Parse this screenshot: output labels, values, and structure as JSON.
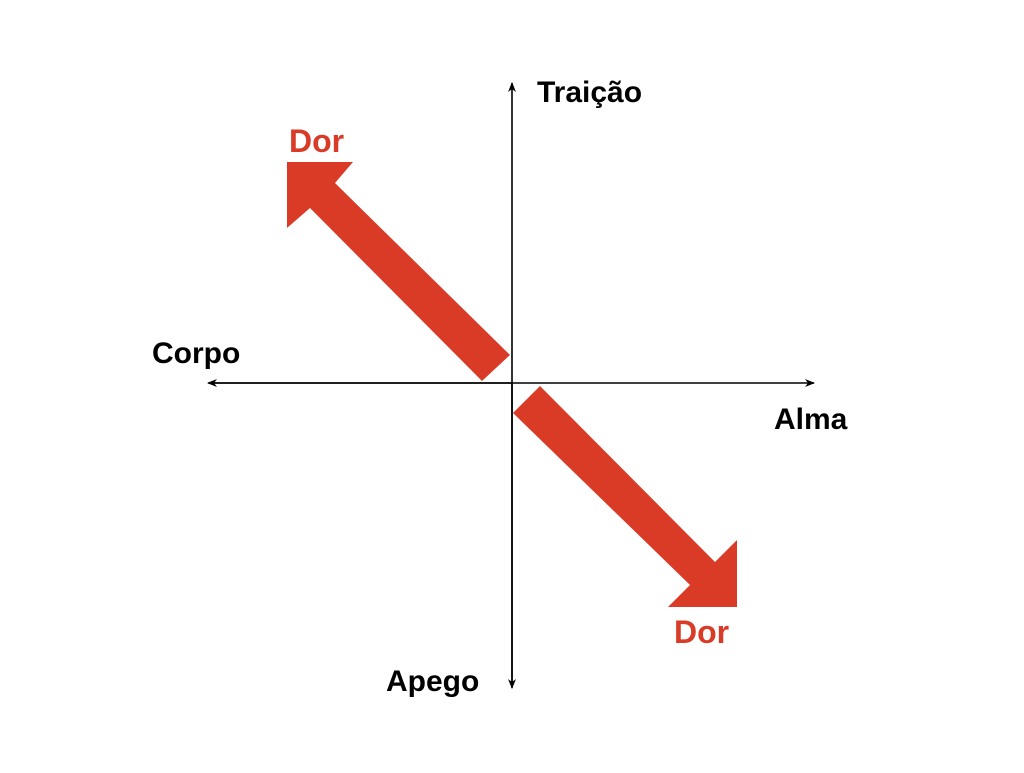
{
  "diagram": {
    "axes": {
      "top_label": "Traição",
      "bottom_label": "Apego",
      "left_label": "Corpo",
      "right_label": "Alma"
    },
    "arrows": {
      "upper_left_label": "Dor",
      "lower_right_label": "Dor"
    }
  },
  "colors": {
    "axis": "#000000",
    "arrow": "#d93b27",
    "text": "#000000"
  }
}
